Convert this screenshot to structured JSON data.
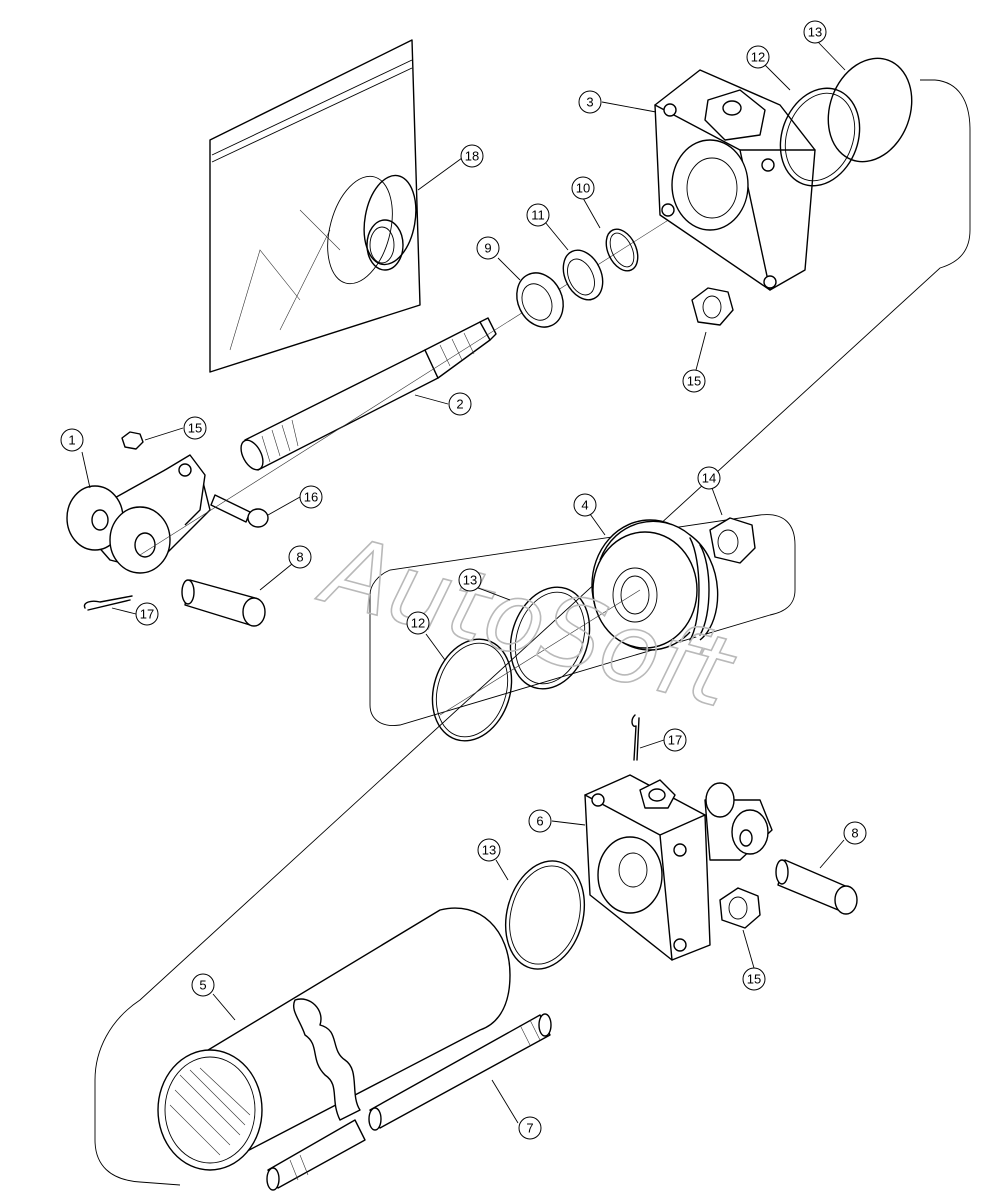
{
  "watermark": "AutoSoft",
  "callouts": [
    {
      "label": "1"
    },
    {
      "label": "2"
    },
    {
      "label": "3"
    },
    {
      "label": "4"
    },
    {
      "label": "5"
    },
    {
      "label": "6"
    },
    {
      "label": "7"
    },
    {
      "label": "8"
    },
    {
      "label": "8"
    },
    {
      "label": "9"
    },
    {
      "label": "10"
    },
    {
      "label": "11"
    },
    {
      "label": "12"
    },
    {
      "label": "12"
    },
    {
      "label": "13"
    },
    {
      "label": "13"
    },
    {
      "label": "13"
    },
    {
      "label": "14"
    },
    {
      "label": "15"
    },
    {
      "label": "15"
    },
    {
      "label": "15"
    },
    {
      "label": "16"
    },
    {
      "label": "17"
    },
    {
      "label": "17"
    },
    {
      "label": "18"
    }
  ]
}
